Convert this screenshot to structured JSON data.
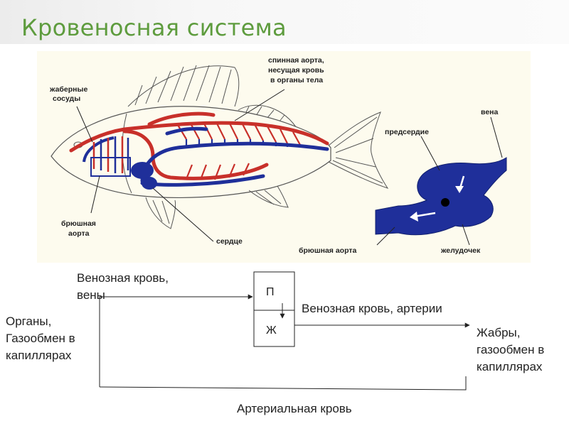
{
  "title": "Кровеносная система",
  "colors": {
    "title": "#5e9c3e",
    "artery": "#c8302a",
    "vein": "#1f2f9a",
    "line": "#222222"
  },
  "fish_labels": {
    "gill_vessels": [
      "жаберные",
      "сосуды"
    ],
    "dorsal_aorta": [
      "спинная аорта,",
      "несущая кровь",
      "в органы тела"
    ],
    "ventral_aorta_fish": [
      "брюшная",
      "аорта"
    ],
    "heart": "сердце"
  },
  "heart_labels": {
    "vein": "вена",
    "atrium": "предсердие",
    "ventral_aorta": "брюшная аорта",
    "ventricle": "желудочек"
  },
  "scheme": {
    "venous_blood_veins": [
      "Венозная кровь,",
      "вены"
    ],
    "organs": [
      "Органы,",
      "Газообмен в",
      "капиллярах"
    ],
    "atrium_box": "П",
    "ventricle_box": "Ж",
    "venous_blood_arteries": "Венозная кровь, артерии",
    "gills": [
      "Жабры,",
      "газообмен в",
      "капиллярах"
    ],
    "arterial_blood": "Артериальная кровь"
  }
}
